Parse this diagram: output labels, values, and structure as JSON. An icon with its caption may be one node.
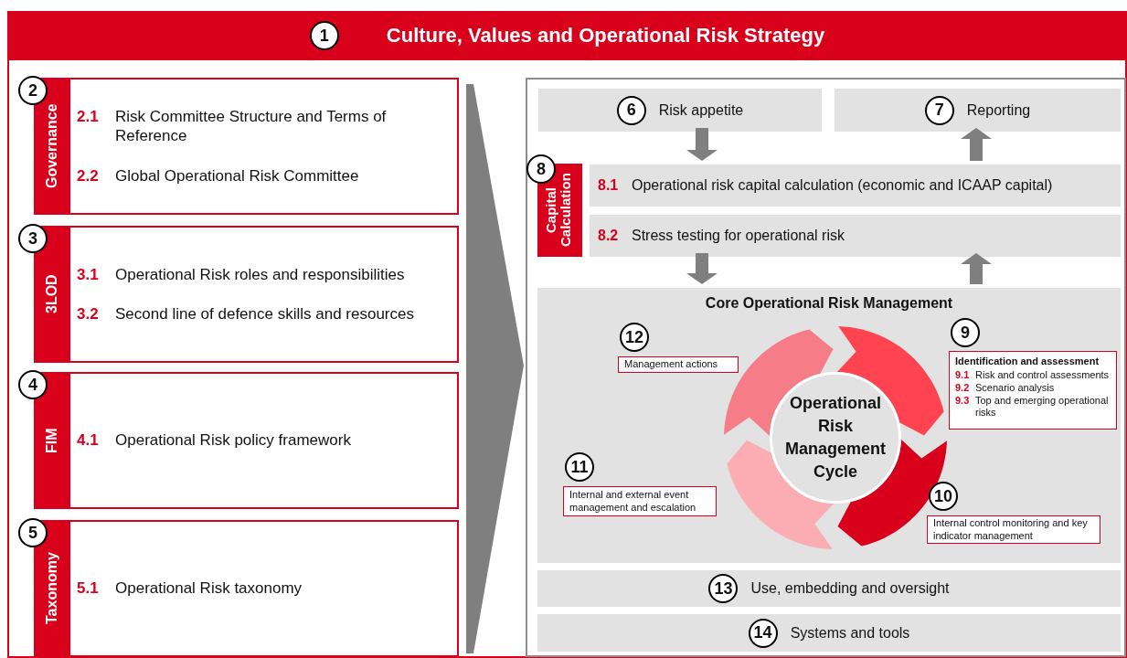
{
  "diagram": {
    "nodes": [
      {
        "text": [
          "1",
          "Culture, Values and Operational Risk Strategy"
        ]
      },
      {
        "text": [
          "2",
          "Governance",
          "2.1",
          "Risk Committee Structure and Terms of Reference",
          "2.2",
          "Global Operational Risk Committee"
        ],
        "in": 0
      },
      {
        "text": [
          "3",
          "3LOD",
          "3.1",
          "Operational Risk roles and responsibilities",
          "3.2",
          "Second line of defence skills and resources"
        ],
        "in": 0
      },
      {
        "text": [
          "4",
          "FIM",
          "4.1",
          "Operational Risk policy framework"
        ],
        "in": 0
      },
      {
        "text": [
          "5",
          "Taxonomy",
          "5.1",
          "Operational Risk taxonomy"
        ],
        "in": 0
      },
      {
        "text": [],
        "shape": "box",
        "in": 0
      },
      {
        "text": [
          "6",
          "Risk appetite"
        ],
        "in": 5
      },
      {
        "text": [
          "7",
          "Reporting"
        ],
        "in": 5
      },
      {
        "text": [
          "8",
          "Capital Calculation"
        ],
        "in": 5
      },
      {
        "text": [
          "8.1",
          "Operational risk capital calculation (economic and ICAAP capital)"
        ],
        "in": 5
      },
      {
        "text": [
          "8.2",
          "Stress testing for operational risk"
        ],
        "in": 5
      },
      {
        "text": [
          "Core Operational Risk Management"
        ],
        "in": 5
      },
      {
        "text": [
          "Operational Risk Management Cycle"
        ],
        "in": 11
      },
      {
        "text": [
          "9",
          "Identification and assessment",
          "9.1",
          "Risk and control assessments",
          "9.2",
          "Scenario analysis",
          "9.3",
          "Top and emerging operational risks"
        ],
        "in": 11
      },
      {
        "text": [
          "10",
          "Internal control monitoring and key indicator management"
        ],
        "in": 11
      },
      {
        "text": [
          "11",
          "Internal and external event management and escalation"
        ],
        "in": 11
      },
      {
        "text": [
          "12",
          "Management actions"
        ],
        "in": 11
      },
      {
        "text": [],
        "shape": "arrow",
        "in": 11
      },
      {
        "text": [],
        "shape": "arrow",
        "in": 11
      },
      {
        "text": [],
        "shape": "arrow",
        "in": 11
      },
      {
        "text": [],
        "shape": "arrow",
        "in": 11
      },
      {
        "text": [
          "13",
          "Use, embedding and oversight"
        ],
        "in": 5
      },
      {
        "text": [
          "14",
          "Systems and tools"
        ],
        "in": 5
      }
    ],
    "edges": [
      {
        "from": null,
        "to": 5,
        "arrow": "to"
      },
      {
        "from": 6,
        "to": 9,
        "arrow": "to"
      },
      {
        "from": 9,
        "to": 7,
        "arrow": "to"
      },
      {
        "from": 10,
        "to": 11,
        "arrow": "to"
      },
      {
        "from": 11,
        "to": 10,
        "arrow": "to"
      }
    ]
  }
}
